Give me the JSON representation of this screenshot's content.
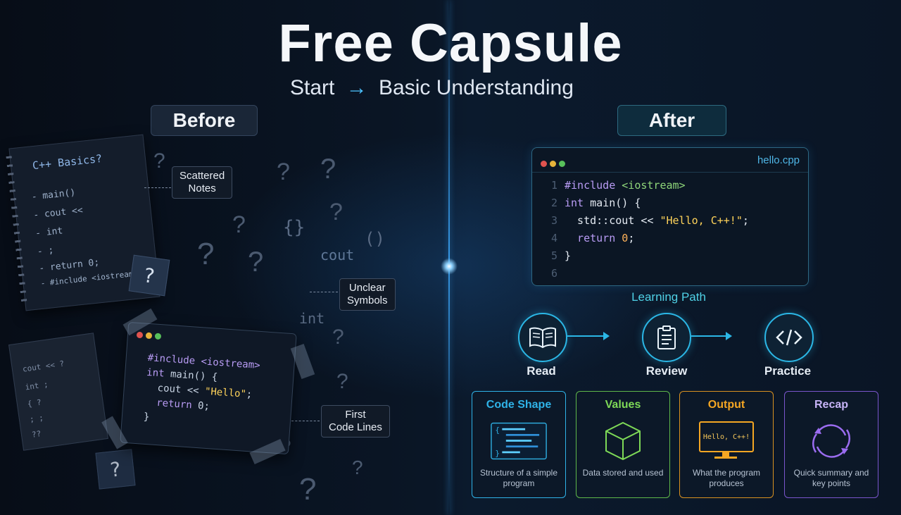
{
  "header": {
    "title": "Free Capsule",
    "subtitle_start": "Start",
    "subtitle_arrow": "→",
    "subtitle_end": "Basic Understanding"
  },
  "before": {
    "label": "Before",
    "notebook_title": "C++ Basics?",
    "notebook_lines": [
      "- main()",
      "- cout <<",
      "- int",
      "- ;",
      "- return 0;",
      "- #include <iostream>"
    ],
    "sticky_mark": "?",
    "paper_lines": [
      "cout << ?",
      "int ;",
      "{ ?",
      "; ;",
      "??"
    ],
    "scattered_symbols": [
      "cout",
      "int",
      "{}",
      "()"
    ],
    "callouts": {
      "scattered_notes": [
        "Scattered",
        "Notes"
      ],
      "unclear_symbols": [
        "Unclear",
        "Symbols"
      ],
      "first_code_lines": [
        "First",
        "Code Lines"
      ]
    },
    "sketch_code": {
      "line1": "#include <iostream>",
      "line2_kw": "int",
      "line2_rest": " main() {",
      "line3_a": "  cout << ",
      "line3_str": "\"Hello\"",
      "line3_end": ";",
      "line4_kw": "  return",
      "line4_rest": " 0;",
      "line5": "}"
    }
  },
  "after": {
    "label": "After",
    "code_window": {
      "filename": "hello.cpp",
      "lines": [
        {
          "n": "1",
          "parts": [
            {
              "t": "#include ",
              "c": "kw"
            },
            {
              "t": "<iostream>",
              "c": "inc"
            }
          ]
        },
        {
          "n": "2",
          "parts": [
            {
              "t": "int",
              "c": "kw"
            },
            {
              "t": " main() {",
              "c": ""
            }
          ]
        },
        {
          "n": "3",
          "parts": [
            {
              "t": "  std::cout << ",
              "c": ""
            },
            {
              "t": "\"Hello, C++!\"",
              "c": "str"
            },
            {
              "t": ";",
              "c": ""
            }
          ]
        },
        {
          "n": "4",
          "parts": [
            {
              "t": "  return",
              "c": "kw"
            },
            {
              "t": " ",
              "c": ""
            },
            {
              "t": "0",
              "c": "num"
            },
            {
              "t": ";",
              "c": ""
            }
          ]
        },
        {
          "n": "5",
          "parts": [
            {
              "t": "}",
              "c": ""
            }
          ]
        },
        {
          "n": "6",
          "parts": []
        }
      ]
    },
    "learning_path": {
      "title": "Learning Path",
      "steps": [
        {
          "label": "Read",
          "icon": "book-icon"
        },
        {
          "label": "Review",
          "icon": "clipboard-icon"
        },
        {
          "label": "Practice",
          "icon": "code-brackets-icon"
        }
      ]
    },
    "cards": [
      {
        "title": "Code Shape",
        "desc": "Structure of a simple program",
        "color": "#2fb3e8",
        "icon": "code-structure-icon"
      },
      {
        "title": "Values",
        "desc": "Data stored and used",
        "color": "#7ed957",
        "icon": "cube-icon"
      },
      {
        "title": "Output",
        "desc": "What the program produces",
        "color": "#f5a623",
        "icon": "monitor-icon",
        "screen_text": "Hello, C++!"
      },
      {
        "title": "Recap",
        "desc": "Quick summary and key points",
        "color": "#9b6cf0",
        "icon": "cycle-arrows-icon"
      }
    ]
  }
}
